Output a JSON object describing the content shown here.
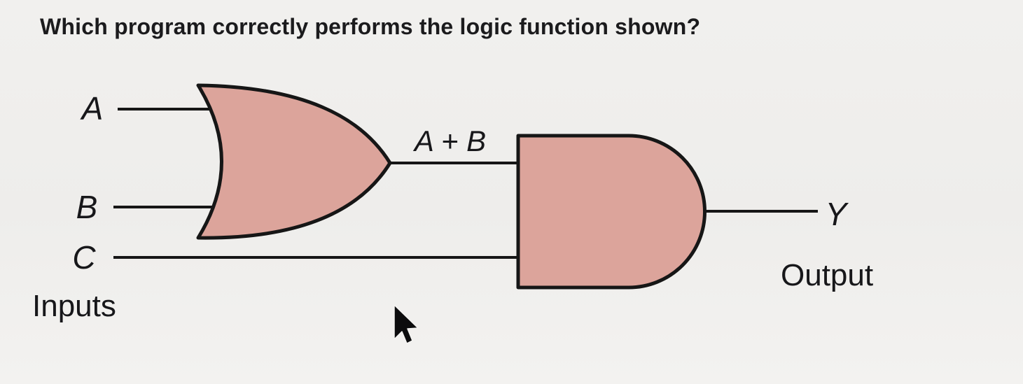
{
  "title": "Which program correctly performs the logic function shown?",
  "diagram": {
    "input_labels": {
      "a": "A",
      "b": "B",
      "c": "C"
    },
    "inputs_caption": "Inputs",
    "wire_label": "A + B",
    "output_label": "Y",
    "output_caption": "Output",
    "gates": {
      "or": {
        "type": "OR",
        "inputs": [
          "A",
          "B"
        ],
        "output": "A + B"
      },
      "and": {
        "type": "AND",
        "inputs": [
          "A + B",
          "C"
        ],
        "output": "Y"
      }
    },
    "colors": {
      "background": "#efeeec",
      "gate_fill": "#dca49b",
      "gate_stroke": "#161616"
    }
  }
}
